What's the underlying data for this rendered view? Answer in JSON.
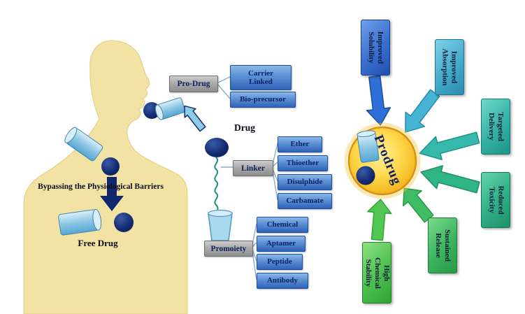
{
  "left": {
    "barriers_text": "Bypassing the Physiological Barriers",
    "free_drug_label": "Free Drug"
  },
  "middle": {
    "prodrug_box": "Pro-Drug",
    "prodrug_types": [
      "Carrier\nLinked",
      "Bio-precursor"
    ],
    "drug_label": "Drug",
    "linker_box": "Linker",
    "linker_types": [
      "Ether",
      "Thioether",
      "Disulphide",
      "Carbamate"
    ],
    "promoiety_box": "Promoiety",
    "promoiety_types": [
      "Chemical",
      "Aptamer",
      "Peptide",
      "Antibody"
    ]
  },
  "right": {
    "center_label": "Prodrug",
    "benefits": [
      {
        "label": "Improved\nSolubility",
        "color": "#2f6fd8"
      },
      {
        "label": "Improved\nAbsorption",
        "color": "#46b4d4"
      },
      {
        "label": "Targeted\nDelivery",
        "color": "#36b8ac"
      },
      {
        "label": "Reduced\nToxicity",
        "color": "#2fb486"
      },
      {
        "label": "Sustained\nRelease",
        "color": "#3ebd63"
      },
      {
        "label": "High\nChemical\nStability",
        "color": "#52c653"
      }
    ]
  },
  "palette": {
    "navy": "#0d2364",
    "capsule_blue": "#8cc6e4",
    "gold": "#f7c62e",
    "body_skin": "#f2e3a4",
    "gray_box": "#a8a8a8"
  }
}
